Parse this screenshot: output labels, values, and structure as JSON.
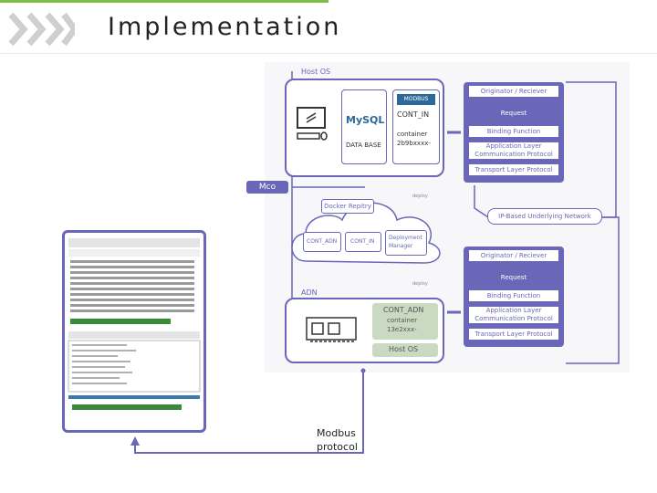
{
  "slide": {
    "title": "Implementation",
    "modbus_label_line1": "Modbus",
    "modbus_label_line2": "protocol"
  },
  "diagram": {
    "host_os_top": "Host OS",
    "mysql": "MySQL",
    "database": "DATA BASE",
    "modbus_logo": "MODBUS",
    "cont_in": "CONT_IN",
    "container_top_line1": "container",
    "container_top_line2": "2b9bxxxx-",
    "mco": "Mco",
    "docker_registry": "Docker Repitry",
    "cloud_cont_adn": "CONT_ADN",
    "cloud_cont_in": "CONT_IN",
    "deployment_manager_line1": "Deployment",
    "deployment_manager_line2": "Manager",
    "deploy_tag": "deploy",
    "deploy_tag2": "deploy",
    "adn": "ADN",
    "cont_adn": "CONT_ADN",
    "container_bottom_line1": "container",
    "container_bottom_line2": "13e2xxx-",
    "host_os_bottom": "Host OS",
    "ip_network": "IP-Based Underlying Network",
    "stack_top": {
      "originator": "Originator / Reciever",
      "request": "Request",
      "binding": "Binding Function",
      "app_layer_line1": "Application Layer",
      "app_layer_line2": "Communication Protocol",
      "transport": "Transport Layer Protocol"
    },
    "stack_bottom": {
      "originator": "Originator / Reciever",
      "request": "Request",
      "binding": "Binding Function",
      "app_layer_line1": "Application Layer",
      "app_layer_line2": "Communication Protocol",
      "transport": "Transport Layer Protocol"
    }
  },
  "colors": {
    "accent": "#6a66b8",
    "green": "#7cc04a",
    "light_green": "#c9d9c2"
  }
}
